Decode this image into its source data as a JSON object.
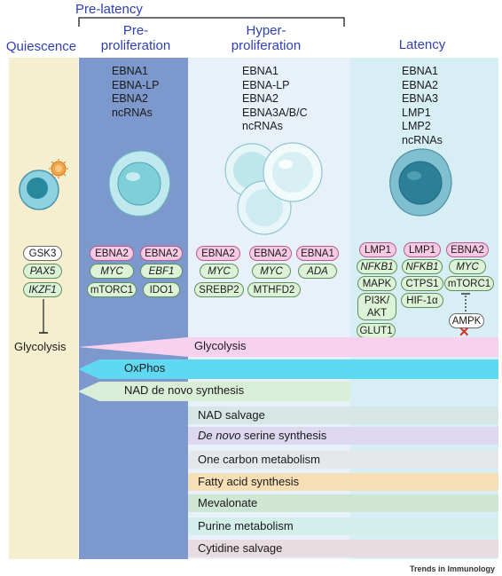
{
  "header": {
    "pre_latency": "Pre-latency"
  },
  "stages": {
    "quiescence": "Quiescence",
    "pre_proliferation": [
      "Pre-",
      "proliferation"
    ],
    "hyper_proliferation": [
      "Hyper-",
      "proliferation"
    ],
    "latency": "Latency"
  },
  "gene_lists": {
    "pre_proliferation": [
      "EBNA1",
      "EBNA-LP",
      "EBNA2",
      "ncRNAs"
    ],
    "hyper_proliferation": [
      "EBNA1",
      "EBNA-LP",
      "EBNA2",
      "EBNA3A/B/C",
      "ncRNAs"
    ],
    "latency": [
      "EBNA1",
      "EBNA2",
      "EBNA3",
      "LMP1",
      "LMP2",
      "ncRNAs"
    ]
  },
  "regulators": {
    "quiescence": [
      "GSK3",
      "PAX5",
      "IKZF1"
    ],
    "pre_proliferation": [
      "EBNA2",
      "EBNA2",
      "MYC",
      "EBF1",
      "mTORC1",
      "IDO1"
    ],
    "hyper_proliferation": [
      "EBNA2",
      "EBNA2",
      "EBNA1",
      "MYC",
      "MYC",
      "ADA",
      "SREBP2",
      "MTHFD2"
    ],
    "latency": [
      "LMP1",
      "LMP1",
      "EBNA2",
      "NFKB1",
      "NFKB1",
      "MYC",
      "MAPK",
      "CTPS1",
      "mTORC1",
      "PI3K/",
      "AKT",
      "HIF-1α",
      "AMPK",
      "GLUT1"
    ]
  },
  "glycolysis_label": "Glycolysis",
  "pathways": {
    "glycolysis": "Glycolysis",
    "oxphos": "OxPhos",
    "nad_de_novo": "NAD de novo synthesis",
    "nad_salvage": "NAD salvage",
    "serine_italic": "De novo",
    "serine_rest": " serine synthesis",
    "one_carbon": "One carbon metabolism",
    "fatty_acid": "Fatty acid synthesis",
    "mevalonate": "Mevalonate",
    "purine": "Purine metabolism",
    "cytidine": "Cytidine salvage"
  },
  "footer": "Trends in Immunology",
  "colors": {
    "quiescence_bg": "#f6efcf",
    "pre_bg": "#7d98cc",
    "hyper_bg": "#e8f1fa",
    "latency_bg": "#d8eef5",
    "glycolysis": "#f6d2ef",
    "oxphos": "#5fd9f2",
    "nad_de_novo": "#d9eed6",
    "title_blue": "#2f3fb4"
  }
}
